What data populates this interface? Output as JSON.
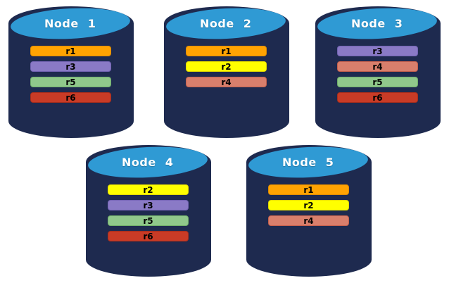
{
  "diagram": {
    "background": "#ffffff",
    "node_fill": "#1e2a4f",
    "node_top_fill": "#2f9ad4",
    "title_color": "#ffffff",
    "label_color": "#000000",
    "replica_legend": {
      "r1": "#ffa302",
      "r2": "#ffff00",
      "r3": "#8a7ac6",
      "r4": "#d97f6c",
      "r5": "#90c88b",
      "r6": "#c93b26"
    },
    "nodes": [
      {
        "title": "Node 1",
        "replicas": [
          {
            "label": "r1",
            "color": "#ffa302",
            "border": "#df8c00"
          },
          {
            "label": "r3",
            "color": "#8a7ac6",
            "border": "#7263b2"
          },
          {
            "label": "r5",
            "color": "#90c88b",
            "border": "#6fae69"
          },
          {
            "label": "r6",
            "color": "#c93b26",
            "border": "#a82e1c"
          }
        ]
      },
      {
        "title": "Node 2",
        "replicas": [
          {
            "label": "r1",
            "color": "#ffa302",
            "border": "#df8c00"
          },
          {
            "label": "r2",
            "color": "#ffff00",
            "border": "#e0d800"
          },
          {
            "label": "r4",
            "color": "#d97f6c",
            "border": "#c4604d"
          }
        ]
      },
      {
        "title": "Node 3",
        "replicas": [
          {
            "label": "r3",
            "color": "#8a7ac6",
            "border": "#7263b2"
          },
          {
            "label": "r4",
            "color": "#d97f6c",
            "border": "#c4604d"
          },
          {
            "label": "r5",
            "color": "#90c88b",
            "border": "#6fae69"
          },
          {
            "label": "r6",
            "color": "#c93b26",
            "border": "#a82e1c"
          }
        ]
      },
      {
        "title": "Node 4",
        "replicas": [
          {
            "label": "r2",
            "color": "#ffff00",
            "border": "#e0d800"
          },
          {
            "label": "r3",
            "color": "#8a7ac6",
            "border": "#7263b2"
          },
          {
            "label": "r5",
            "color": "#90c88b",
            "border": "#6fae69"
          },
          {
            "label": "r6",
            "color": "#c93b26",
            "border": "#a82e1c"
          }
        ]
      },
      {
        "title": "Node 5",
        "replicas": [
          {
            "label": "r1",
            "color": "#ffa302",
            "border": "#df8c00"
          },
          {
            "label": "r2",
            "color": "#ffff00",
            "border": "#e0d800"
          },
          {
            "label": "r4",
            "color": "#d97f6c",
            "border": "#c4604d"
          }
        ]
      }
    ]
  }
}
